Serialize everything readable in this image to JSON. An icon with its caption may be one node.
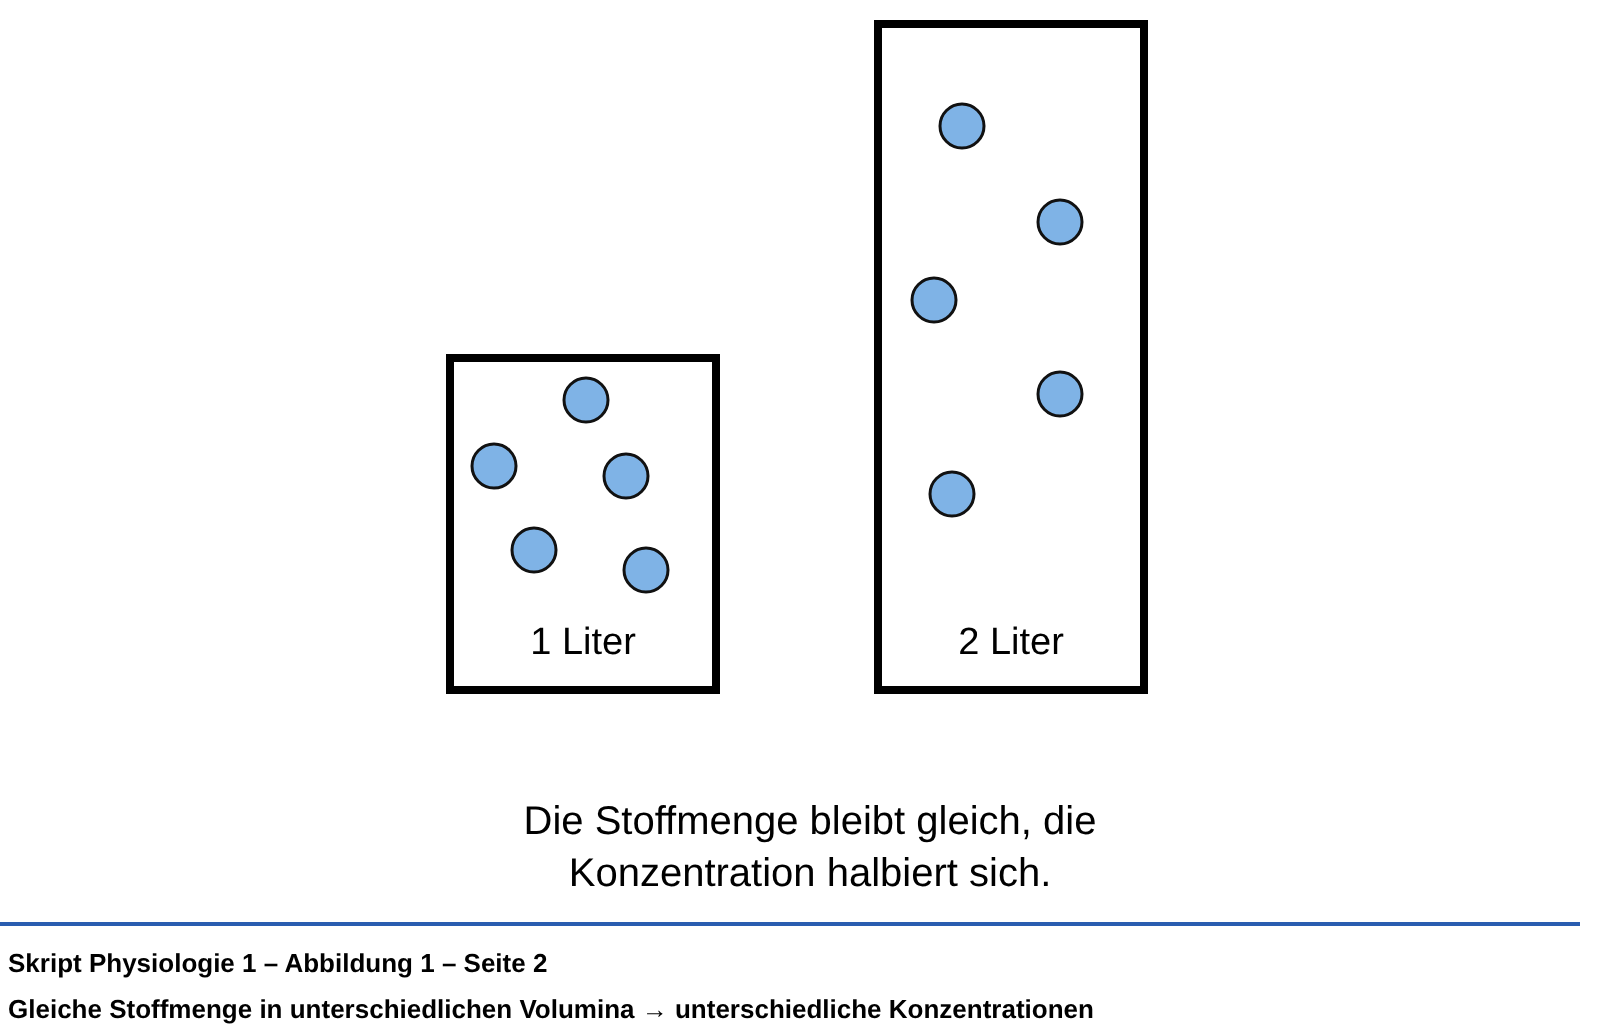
{
  "diagram": {
    "caption": "Gleiche Stoffmenge in unterschiedlichen Volumina → unterschiedliche Konzentrationen",
    "nodes": [
      {
        "text": [
          "1 Liter"
        ]
      },
      {
        "text": [
          "2 Liter"
        ]
      }
    ],
    "labels": [
      "Die Stoffmenge bleibt gleich, die Konzentration halbiert sich.",
      "Skript Physiologie 1 – Abbildung 1 – Seite 2"
    ]
  }
}
